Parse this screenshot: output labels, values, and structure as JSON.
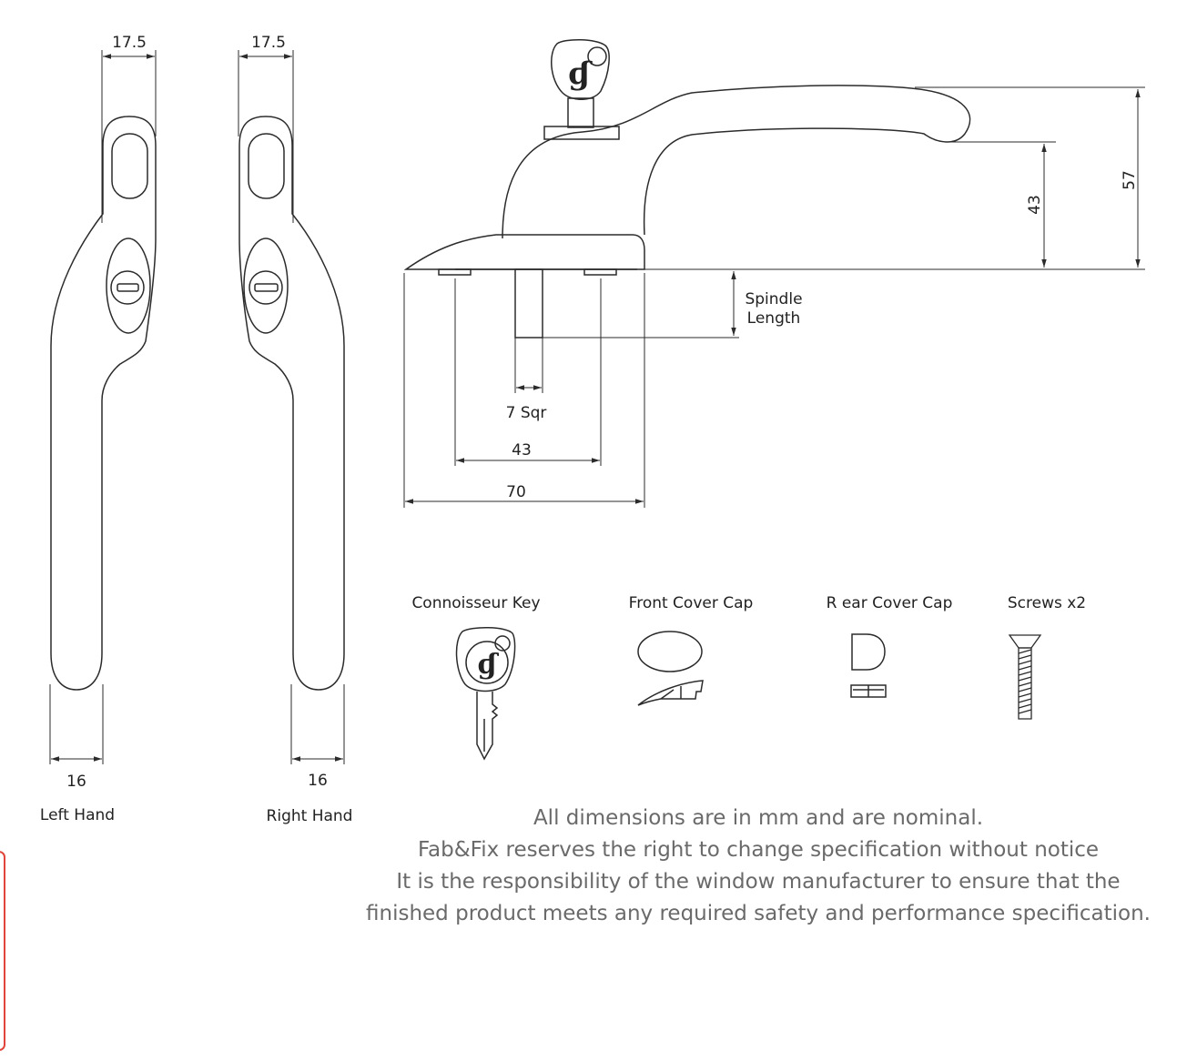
{
  "left_handle": {
    "width_dim": "17.5",
    "bottom_dim": "16",
    "caption": "Left Hand"
  },
  "right_handle": {
    "width_dim": "17.5",
    "bottom_dim": "16",
    "caption": "Right Hand"
  },
  "side_view": {
    "key_logo": "ɠ",
    "height_overall": "57",
    "height_grip": "43",
    "spindle_label_line1": "Spindle",
    "spindle_label_line2": "Length",
    "spindle_square": "7 Sqr",
    "fixing_centres": "43",
    "base_length": "70"
  },
  "accessories": [
    {
      "label": "Connoisseur Key"
    },
    {
      "label": "Front Cover Cap"
    },
    {
      "label": "R ear Cover Cap"
    },
    {
      "label": "Screws x2"
    }
  ],
  "key_logo_small": "ɠ",
  "notes": [
    "All dimensions are in mm and are nominal.",
    "Fab&Fix reserves the right to change specification without notice",
    "It is the responsibility of the window manufacturer to ensure that the",
    "finished product meets any required safety and performance specification."
  ],
  "colors": {
    "line": "#2b2b2b",
    "note_text": "#6a6a6a",
    "edge_accent": "#e0443a"
  }
}
